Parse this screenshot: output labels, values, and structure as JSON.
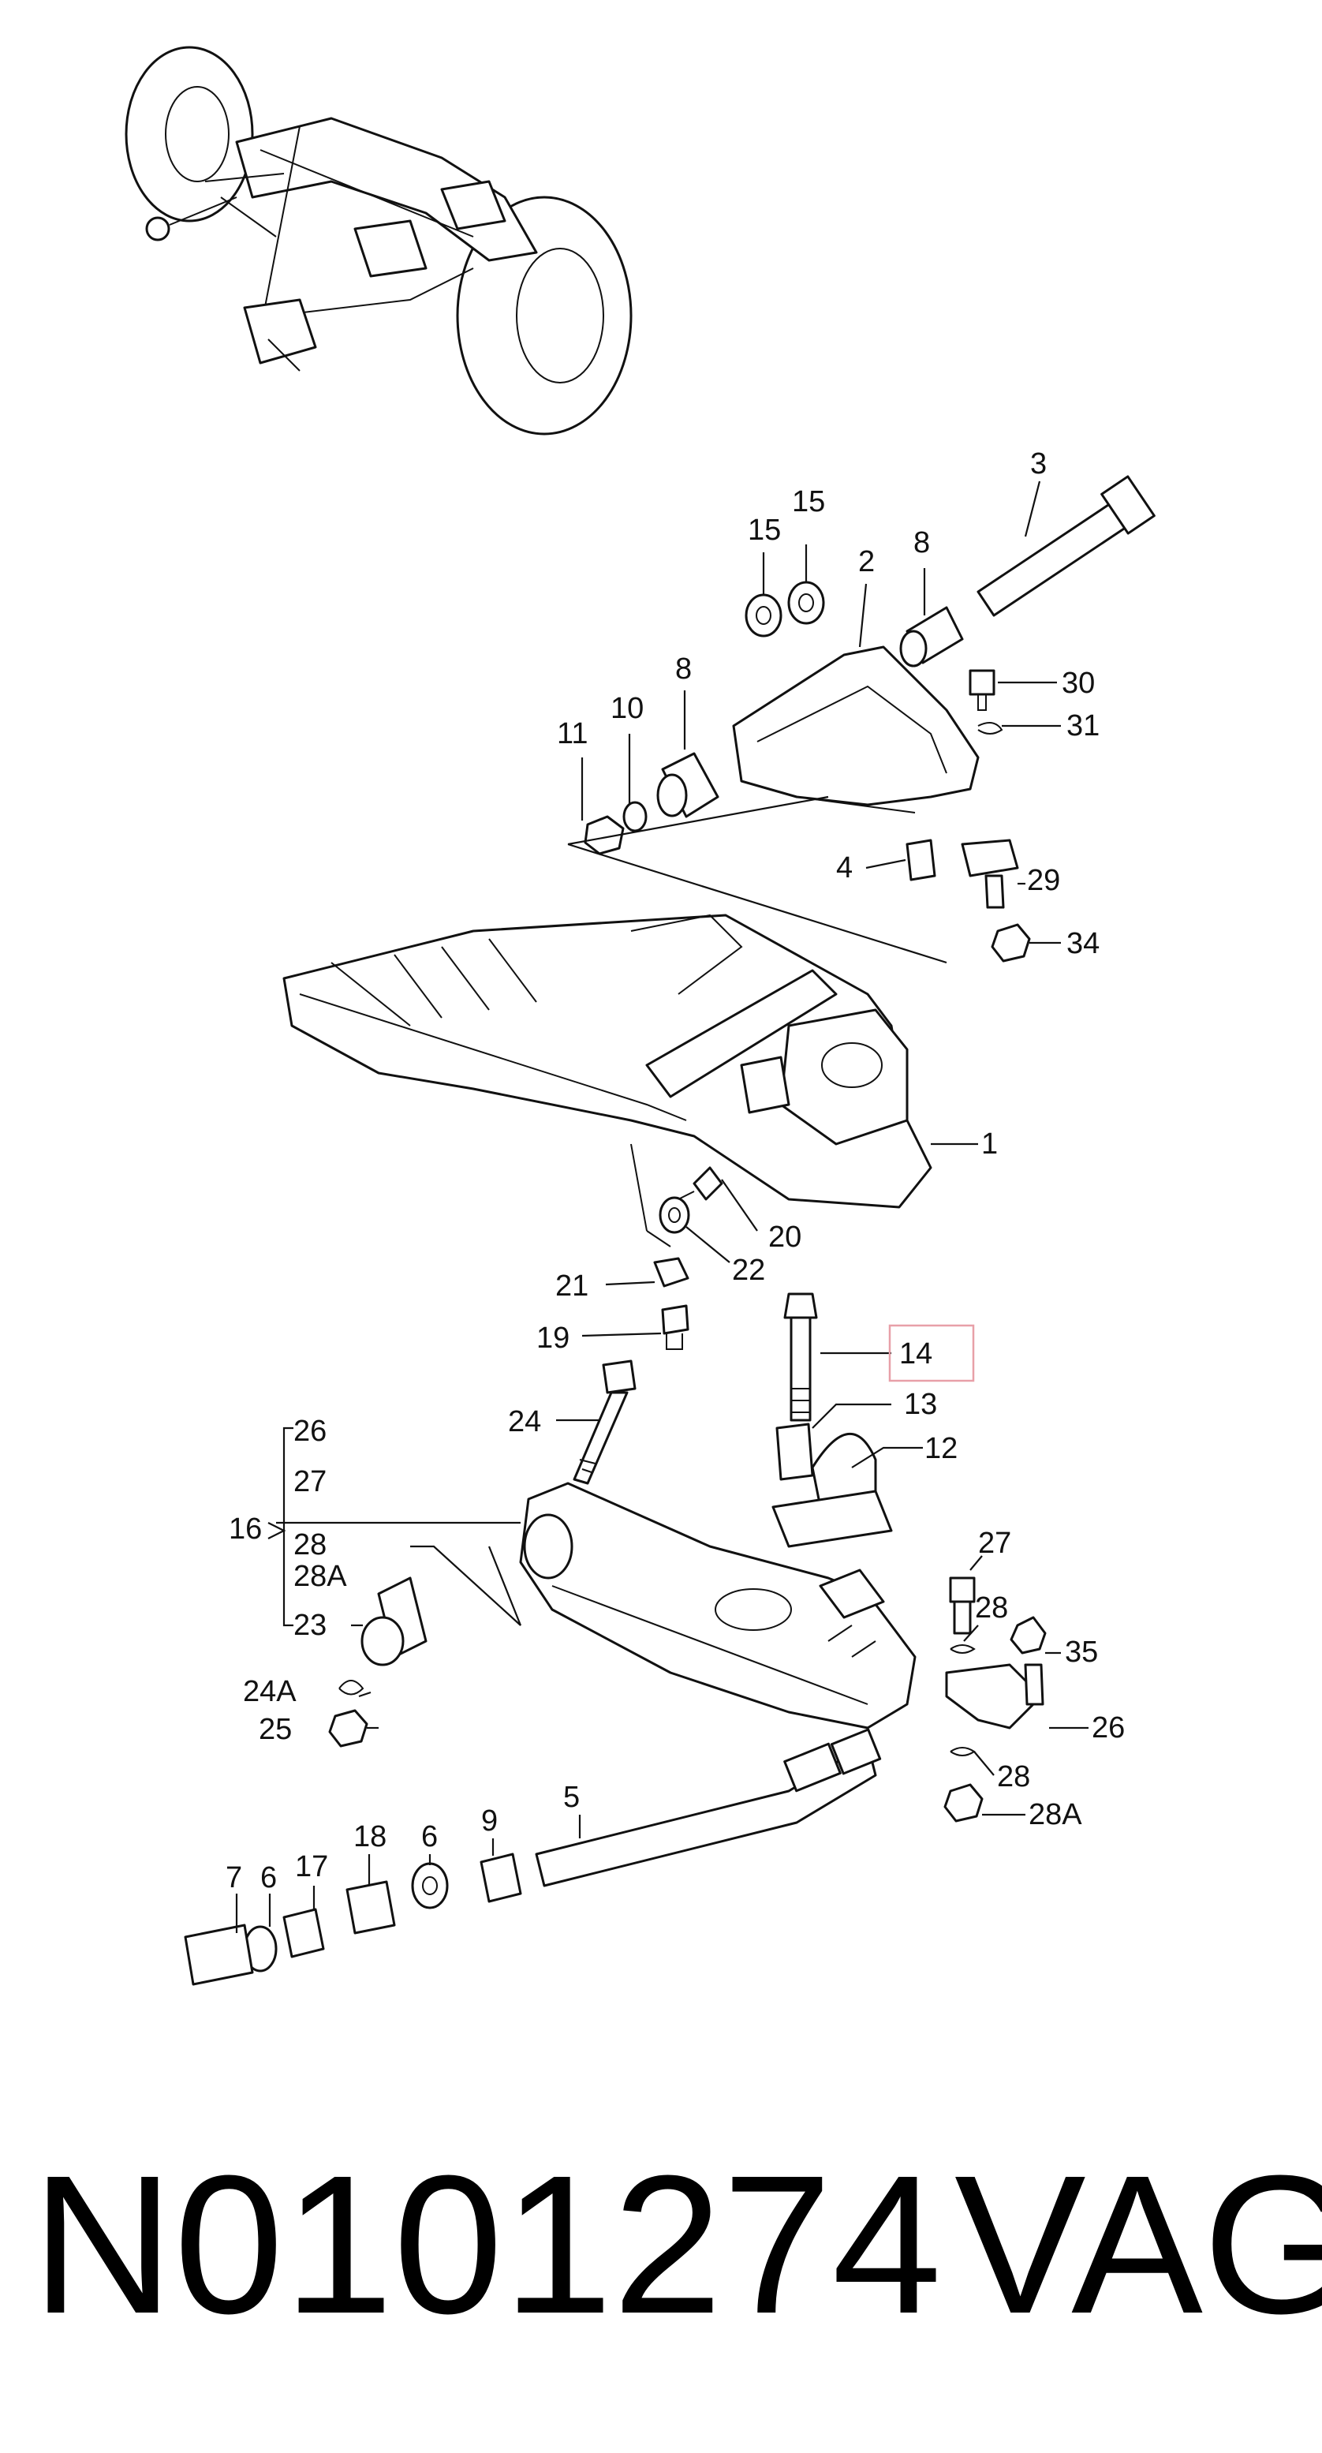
{
  "diagram": {
    "callouts": [
      {
        "id": "c3",
        "text": "3"
      },
      {
        "id": "c15a",
        "text": "15"
      },
      {
        "id": "c15b",
        "text": "15"
      },
      {
        "id": "c2",
        "text": "2"
      },
      {
        "id": "c8a",
        "text": "8"
      },
      {
        "id": "c30",
        "text": "30"
      },
      {
        "id": "c31",
        "text": "31"
      },
      {
        "id": "c11",
        "text": "11"
      },
      {
        "id": "c10",
        "text": "10"
      },
      {
        "id": "c8b",
        "text": "8"
      },
      {
        "id": "c4",
        "text": "4"
      },
      {
        "id": "c29",
        "text": "29"
      },
      {
        "id": "c34",
        "text": "34"
      },
      {
        "id": "c1",
        "text": "1"
      },
      {
        "id": "c20",
        "text": "20"
      },
      {
        "id": "c22",
        "text": "22"
      },
      {
        "id": "c21",
        "text": "21"
      },
      {
        "id": "c19",
        "text": "19"
      },
      {
        "id": "c14",
        "text": "14"
      },
      {
        "id": "c13",
        "text": "13"
      },
      {
        "id": "c12",
        "text": "12"
      },
      {
        "id": "c24",
        "text": "24"
      },
      {
        "id": "c26a",
        "text": "26"
      },
      {
        "id": "c27a",
        "text": "27"
      },
      {
        "id": "c16",
        "text": "16"
      },
      {
        "id": "c28a",
        "text": "28"
      },
      {
        "id": "c28Aa",
        "text": "28A"
      },
      {
        "id": "c23",
        "text": "23"
      },
      {
        "id": "c24A",
        "text": "24A"
      },
      {
        "id": "c25",
        "text": "25"
      },
      {
        "id": "c27b",
        "text": "27"
      },
      {
        "id": "c28b",
        "text": "28"
      },
      {
        "id": "c35",
        "text": "35"
      },
      {
        "id": "c26b",
        "text": "26"
      },
      {
        "id": "c28c",
        "text": "28"
      },
      {
        "id": "c28Ab",
        "text": "28A"
      },
      {
        "id": "c5",
        "text": "5"
      },
      {
        "id": "c18",
        "text": "18"
      },
      {
        "id": "c6a",
        "text": "6"
      },
      {
        "id": "c9",
        "text": "9"
      },
      {
        "id": "c7",
        "text": "7"
      },
      {
        "id": "c6b",
        "text": "6"
      },
      {
        "id": "c17",
        "text": "17"
      }
    ],
    "highlighted_callout": "14",
    "highlight_color": "#e8a0a8"
  },
  "footer": {
    "part_number": "N0101274",
    "brand": "VAG"
  }
}
